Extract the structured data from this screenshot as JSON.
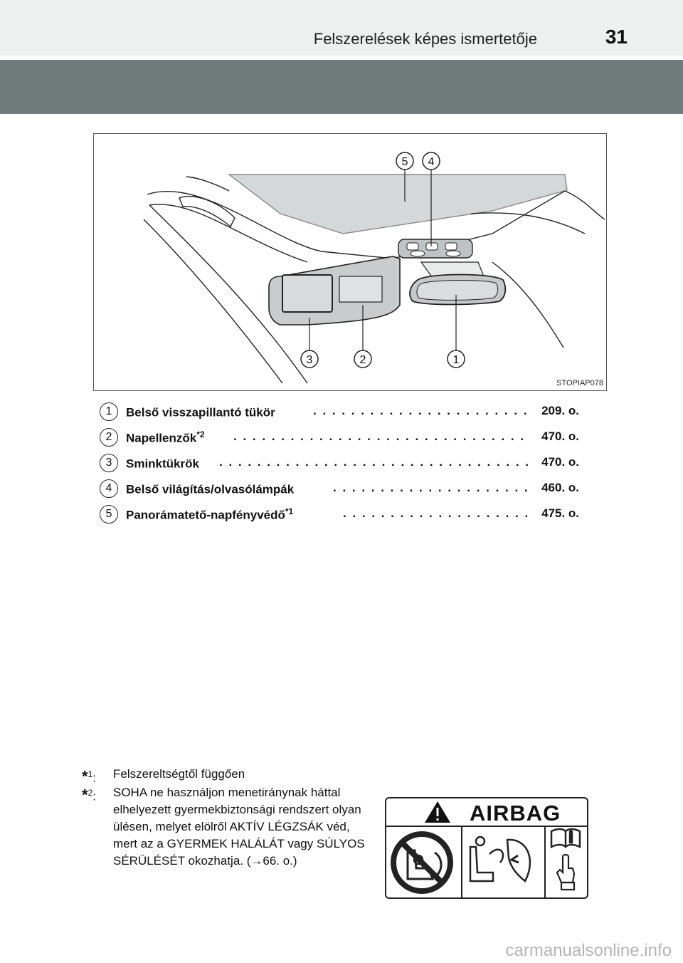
{
  "header": {
    "title": "Felszerelések képes ismertetője",
    "page_number": "31"
  },
  "figure": {
    "code": "STOPIAP078",
    "callouts": [
      "5",
      "4",
      "3",
      "2",
      "1"
    ]
  },
  "legend": {
    "items": [
      {
        "num": "1",
        "label": "Belső visszapillantó tükör",
        "sup": "",
        "page": "209. o."
      },
      {
        "num": "2",
        "label": "Napellenzők",
        "sup": "*2",
        "page": "470. o."
      },
      {
        "num": "3",
        "label": "Sminktükrök",
        "sup": "",
        "page": "470. o."
      },
      {
        "num": "4",
        "label": "Belső világítás/olvasólámpák",
        "sup": "",
        "page": "460. o."
      },
      {
        "num": "5",
        "label": "Panorámatető-napfényvédő",
        "sup": "*1",
        "page": "475. o."
      }
    ]
  },
  "footnotes": {
    "fn1": {
      "star": "*",
      "num": "1",
      "text": "Felszereltségtől függően"
    },
    "fn2": {
      "star": "*",
      "num": "2",
      "text": "SOHA ne használjon menetiránynak háttal elhelyezett gyermekbiztonsági rendszert olyan ülésen, melyet elölről AKTÍV LÉGZSÁK véd, mert az a GYERMEK HALÁLÁT vagy SÚLYOS SÉRÜLÉSÉT okozhatja. (→66. o.)"
    }
  },
  "airbag_label": {
    "word": "AIRBAG"
  },
  "watermark": "carmanualsonline.info"
}
